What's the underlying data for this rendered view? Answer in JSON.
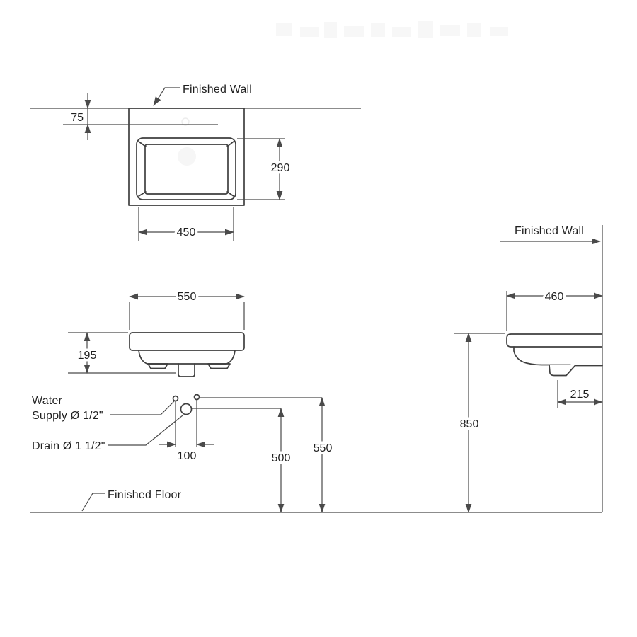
{
  "labels": {
    "finished_wall_plan": "Finished Wall",
    "finished_wall_side": "Finished Wall",
    "finished_floor": "Finished Floor",
    "water_supply_line1": "Water",
    "water_supply_line2": "Supply Ø 1/2\"",
    "drain": "Drain Ø 1 1/2\""
  },
  "dimensions_mm": {
    "plan_view": {
      "faucet_center_from_wall": "75",
      "basin_front_to_back": "290",
      "basin_width": "450"
    },
    "front_view": {
      "overall_width": "550",
      "fixture_height": "195"
    },
    "side_view": {
      "overall_depth_from_wall": "460",
      "drain_from_wall": "215",
      "rim_height_from_floor": "850"
    },
    "rough_in": {
      "supply_spacing": "100",
      "drain_height_from_floor": "500",
      "supply_height_from_floor": "550"
    }
  },
  "colors": {
    "background": "#ffffff",
    "fixture_line": "#3f3f3f",
    "dimension_line": "#4a4a4a",
    "construction_line": "#8c8c8c",
    "text": "#1f1f1f"
  }
}
